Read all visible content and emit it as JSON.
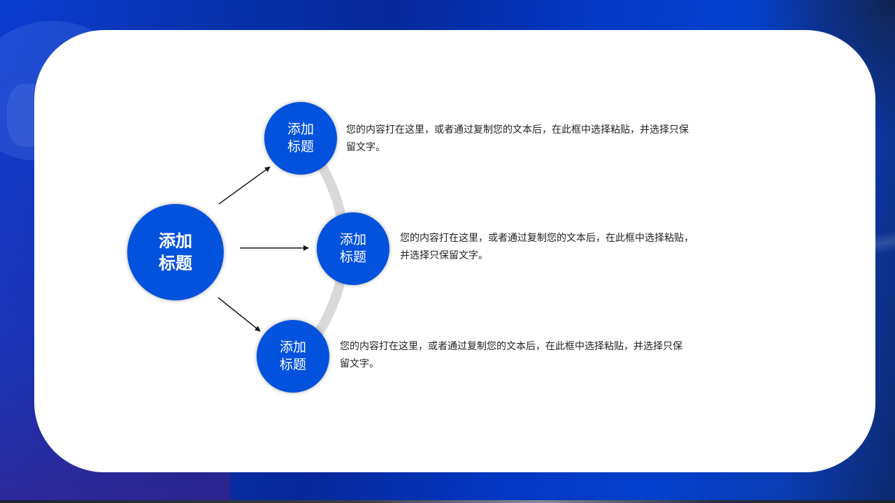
{
  "colors": {
    "circle_fill": "#0352dd",
    "arc": "#d9d9d9",
    "arrow": "#1a1a1a",
    "card": "#ffffff",
    "text": "#222222"
  },
  "diagram": {
    "center": {
      "line1": "添加",
      "line2": "标题"
    },
    "nodes": [
      {
        "line1": "添加",
        "line2": "标题",
        "description": "您的内容打在这里，或者通过复制您的文本后，在此框中选择粘贴，并选择只保留文字。"
      },
      {
        "line1": "添加",
        "line2": "标题",
        "description": "您的内容打在这里，或者通过复制您的文本后，在此框中选择粘贴，并选择只保留文字。"
      },
      {
        "line1": "添加",
        "line2": "标题",
        "description": "您的内容打在这里，或者通过复制您的文本后，在此框中选择粘贴，并选择只保留文字。"
      }
    ]
  }
}
